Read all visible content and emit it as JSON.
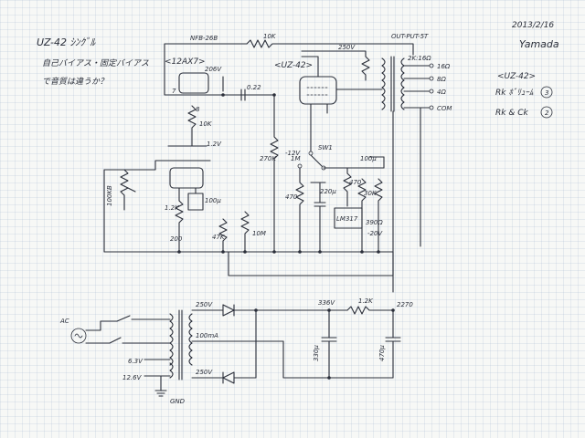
{
  "title": "UZ-42 ｼﾝｸﾞﾙ",
  "note_line1": "自己バイアス・固定バイアス",
  "note_line2": "で音質は違うか？",
  "date": "2013/2/16",
  "author": "Yamada",
  "legend": {
    "header": "<UZ-42>",
    "item1_label": "Rk ﾎﾞﾘｭｰﾑ",
    "item1_num": "3",
    "item2_label": "Rk & Ck",
    "item2_num": "2"
  },
  "labels": {
    "nfb": "NFB-26B",
    "r_nfb": "10K",
    "opt": "OUT-PUT-5T",
    "tube1": "<12AX7>",
    "tube2": "<UZ-42>",
    "v_tube1": "206V",
    "v_plate": "250V",
    "v_opt": "2K:16Ω",
    "coupling_c": "0.22",
    "pin7": "7",
    "pin8": "8",
    "r_grid": "10K",
    "v_grid": "1.2V",
    "vol": "100KB",
    "r_cathode1": "1.2K",
    "c_cathode1": "100μ",
    "r_200": "200",
    "r_47k": "47K",
    "r_270k": "270K",
    "r_1m": "1M",
    "r_10m": "10M",
    "v_bias": "-12V",
    "sw": "SW1",
    "r_470": "470",
    "c_220": "220μ",
    "r_470b": "470",
    "r_30k": "30K",
    "c_100": "100μ",
    "ic": "LM317",
    "r_fixed": "390Ω",
    "v_out": "-20V",
    "sp_16": "16Ω",
    "sp_8": "8Ω",
    "sp_4": "4Ω",
    "sp_com": "COM",
    "ps_a": "250V",
    "ps_b": "336V",
    "ps_r": "1.2K",
    "ps_c": "2270",
    "ps_c1": "330μ",
    "ps_c2": "470μ",
    "ps_sec": "100mA",
    "ps_hv": "250V",
    "heater1": "6.3V",
    "heater2": "12.6V",
    "ground": "GND",
    "mains": "AC"
  }
}
